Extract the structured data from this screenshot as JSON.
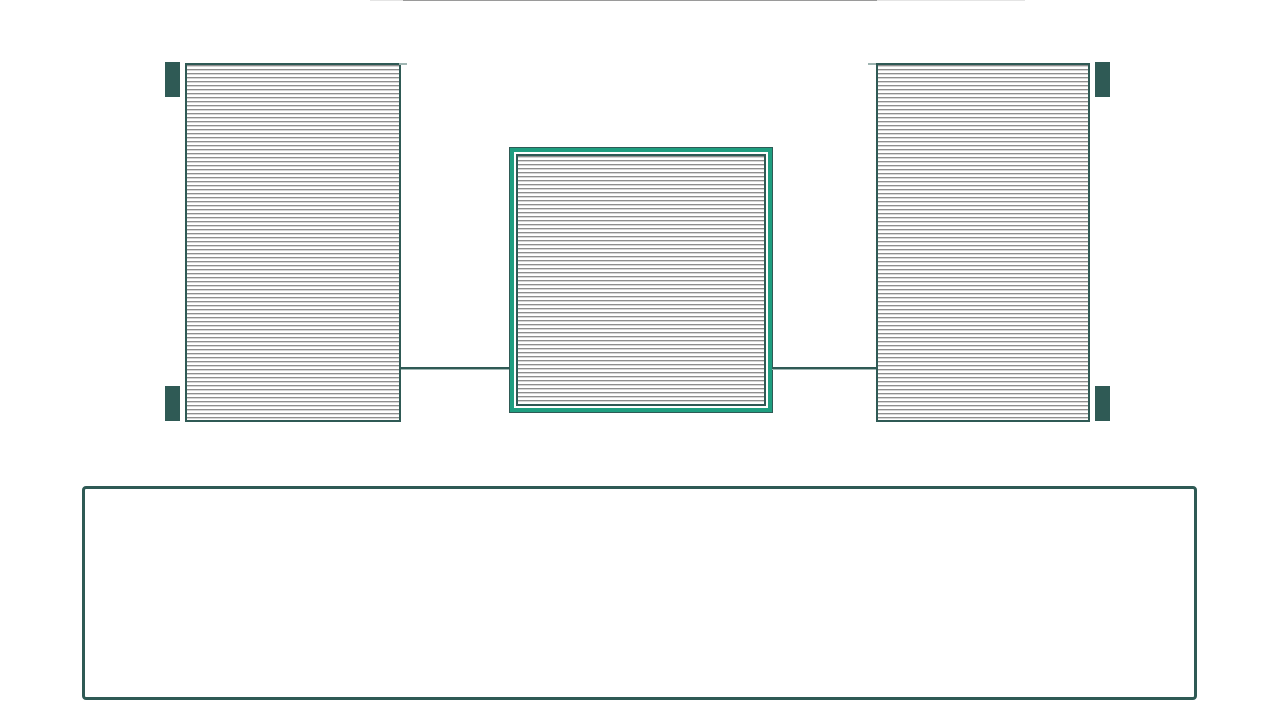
{
  "diagram": {
    "panels": [
      {
        "id": "left",
        "label": ""
      },
      {
        "id": "center",
        "label": "",
        "selected": true
      },
      {
        "id": "right",
        "label": ""
      }
    ],
    "colors": {
      "outline": "#2f5a55",
      "highlight": "#1f9e80",
      "hatch_dark": "#8e8e8e",
      "hatch_light": "#d6d6d6",
      "background": "#ffffff"
    },
    "text_box": {
      "content": ""
    }
  }
}
